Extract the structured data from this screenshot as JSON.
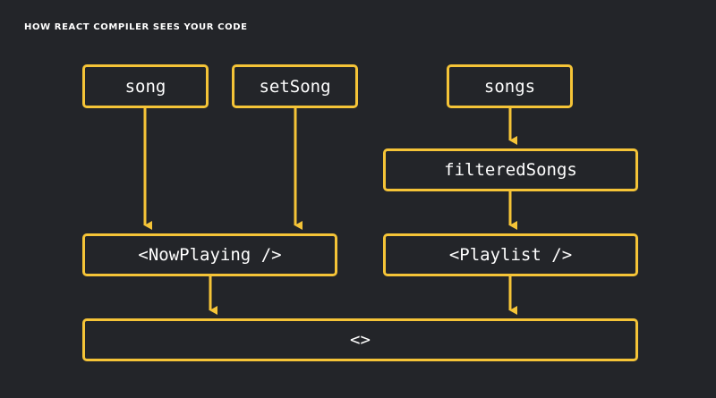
{
  "title": "HOW REACT COMPILER SEES YOUR CODE",
  "accent_color": "#f5c437",
  "background_color": "#232529",
  "nodes": {
    "song": "song",
    "setSong": "setSong",
    "songs": "songs",
    "filteredSongs": "filteredSongs",
    "nowPlaying": "<NowPlaying />",
    "playlist": "<Playlist />",
    "fragment": "<>"
  },
  "edges": [
    {
      "from": "song",
      "to": "nowPlaying"
    },
    {
      "from": "setSong",
      "to": "nowPlaying"
    },
    {
      "from": "songs",
      "to": "filteredSongs"
    },
    {
      "from": "filteredSongs",
      "to": "playlist"
    },
    {
      "from": "nowPlaying",
      "to": "fragment"
    },
    {
      "from": "playlist",
      "to": "fragment"
    }
  ]
}
